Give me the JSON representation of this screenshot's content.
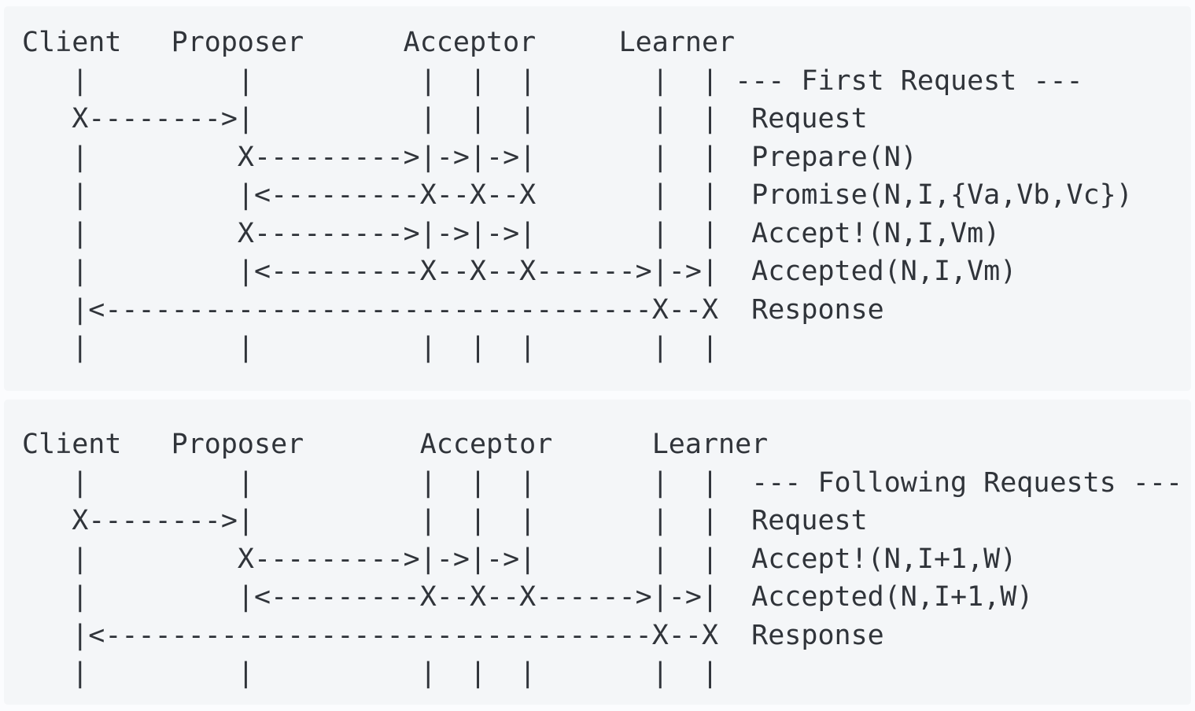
{
  "page": {
    "background": "#fbfcfe"
  },
  "code_style": {
    "background": "#f4f6f8",
    "text_color": "#30343a"
  },
  "diagrams": [
    {
      "id": "first-request",
      "section_label": "--- First Request ---",
      "actors": [
        "Client",
        "Proposer",
        "Acceptor",
        "Learner"
      ],
      "messages": [
        "Request",
        "Prepare(N)",
        "Promise(N,I,{Va,Vb,Vc})",
        "Accept!(N,I,Vm)",
        "Accepted(N,I,Vm)",
        "Response"
      ],
      "lines": [
        "Client   Proposer      Acceptor     Learner",
        "   |         |          |  |  |       |  | --- First Request ---",
        "   X-------->|          |  |  |       |  |  Request",
        "   |         X--------->|->|->|       |  |  Prepare(N)",
        "   |         |<---------X--X--X       |  |  Promise(N,I,{Va,Vb,Vc})",
        "   |         X--------->|->|->|       |  |  Accept!(N,I,Vm)",
        "   |         |<---------X--X--X------>|->|  Accepted(N,I,Vm)",
        "   |<---------------------------------X--X  Response",
        "   |         |          |  |  |       |  |"
      ]
    },
    {
      "id": "following-requests",
      "section_label": "--- Following Requests ---",
      "actors": [
        "Client",
        "Proposer",
        "Acceptor",
        "Learner"
      ],
      "messages": [
        "Request",
        "Accept!(N,I+1,W)",
        "Accepted(N,I+1,W)",
        "Response"
      ],
      "lines": [
        "Client   Proposer       Acceptor      Learner",
        "   |         |          |  |  |       |  |  --- Following Requests ---",
        "   X-------->|          |  |  |       |  |  Request",
        "   |         X--------->|->|->|       |  |  Accept!(N,I+1,W)",
        "   |         |<---------X--X--X------>|->|  Accepted(N,I+1,W)",
        "   |<---------------------------------X--X  Response",
        "   |         |          |  |  |       |  |"
      ]
    }
  ]
}
